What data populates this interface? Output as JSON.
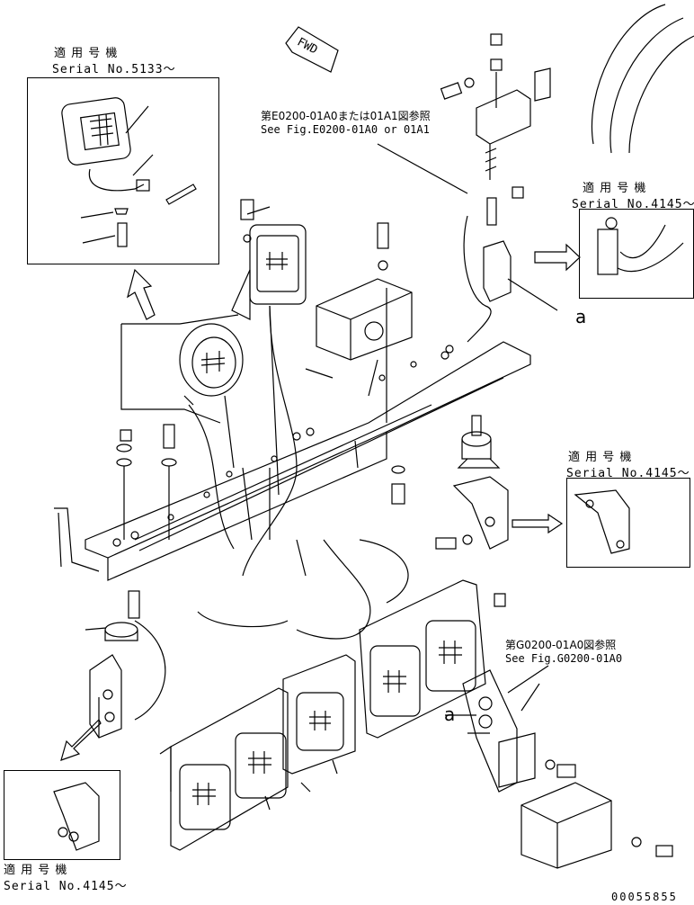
{
  "direction_label": "FWD",
  "callout_letter_1": "a",
  "callout_letter_2": "a",
  "inset_top_left": {
    "applicable_label": "適 用 号 機",
    "serial": "Serial No.5133～"
  },
  "inset_top_right": {
    "applicable_label": "適 用 号 機",
    "serial": "Serial No.4145～"
  },
  "inset_mid_right": {
    "applicable_label": "適 用 号 機",
    "serial": "Serial No.4145～"
  },
  "inset_bottom_left": {
    "applicable_label": "適 用 号 機",
    "serial": "Serial No.4145～"
  },
  "ref_top": {
    "jp": "第E0200-01A0または01A1図参照",
    "en": "See Fig.E0200-01A0 or 01A1"
  },
  "ref_bottom": {
    "jp": "第G0200-01A0図参照",
    "en": "See Fig.G0200-01A0"
  },
  "document_number": "00055855"
}
